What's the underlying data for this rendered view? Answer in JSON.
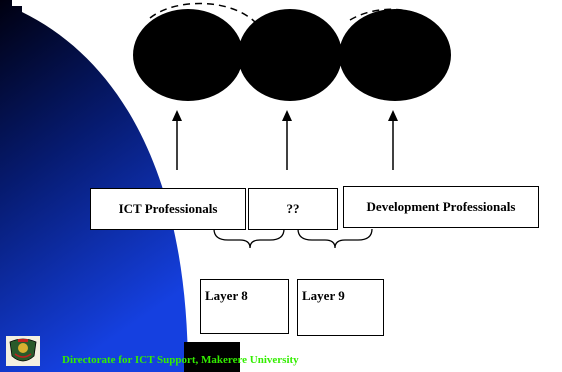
{
  "diagram": {
    "boxes": {
      "ict": "ICT Professionals",
      "unknown": "??",
      "dev": "Development Professionals",
      "layer8": "Layer 8",
      "layer9": "Layer 9"
    },
    "footer": {
      "text": "Directorate for ICT Support, Makerere University"
    },
    "colors": {
      "footer_text": "#33ee00",
      "panel_dark": "#000010",
      "panel_light": "#1540e0",
      "blob": "#000000"
    }
  }
}
